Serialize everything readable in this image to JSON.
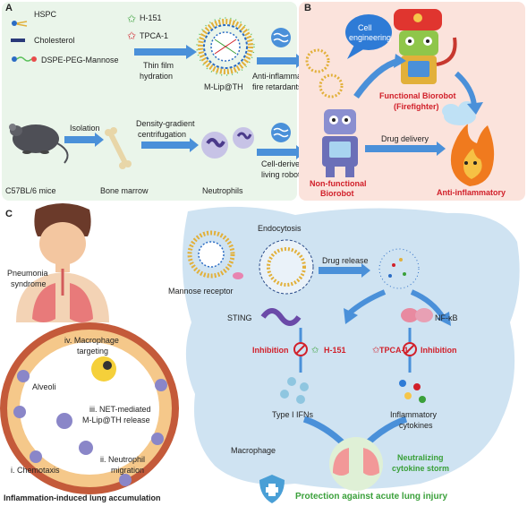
{
  "panel_a": {
    "label": "A",
    "legend": {
      "hspc": "HSPC",
      "cholesterol": "Cholesterol",
      "dspe": "DSPE-PEG-Mannose",
      "h151": "H-151",
      "tpca": "TPCA-1"
    },
    "thin_film": "Thin film",
    "hydration": "hydration",
    "mlip": "M-Lip@TH",
    "anti_fire_1": "Anti-inflammatory",
    "anti_fire_2": "fire retardants",
    "isolation": "Isolation",
    "density_1": "Density-gradient",
    "density_2": "centrifugation",
    "mice": "C57BL/6 mice",
    "bone_marrow": "Bone marrow",
    "neutrophils": "Neutrophils",
    "cell_derived_1": "Cell-derived",
    "cell_derived_2": "living robots"
  },
  "panel_b": {
    "label": "B",
    "cell_eng_1": "Cell",
    "cell_eng_2": "engineering",
    "functional_1": "Functional Biorobot",
    "functional_2": "(Firefighter)",
    "drug_delivery": "Drug delivery",
    "nonfunc_1": "Non-functional",
    "nonfunc_2": "Biorobot",
    "anti_inflam": "Anti-inflammatory"
  },
  "panel_c": {
    "label": "C",
    "pneumonia_1": "Pneumonia",
    "pneumonia_2": "syndrome",
    "macro_target_1": "iv. Macrophage",
    "macro_target_2": "targeting",
    "alveoli": "Alveoli",
    "net_1": "iii. NET-mediated",
    "net_2": "M-Lip@TH release",
    "chemotaxis": "i. Chemotaxis",
    "migration_1": "ii. Neutrophil",
    "migration_2": "migration",
    "caption": "Inflammation-induced lung accumulation",
    "endocytosis": "Endocytosis",
    "mannose": "Mannose receptor",
    "drug_release": "Drug release",
    "sting": "STING",
    "nfkb": "NF-κB",
    "inhibition_left": "Inhibition",
    "h151": "H-151",
    "tpca": "TPCA-1",
    "inhibition_right": "Inhibition",
    "ifns": "Type I IFNs",
    "cytokines_1": "Inflammatory",
    "cytokines_2": "cytokines",
    "macrophage": "Macrophage",
    "neutralizing_1": "Neutralizing",
    "neutralizing_2": "cytokine storm",
    "protection": "Protection against acute lung injury"
  }
}
